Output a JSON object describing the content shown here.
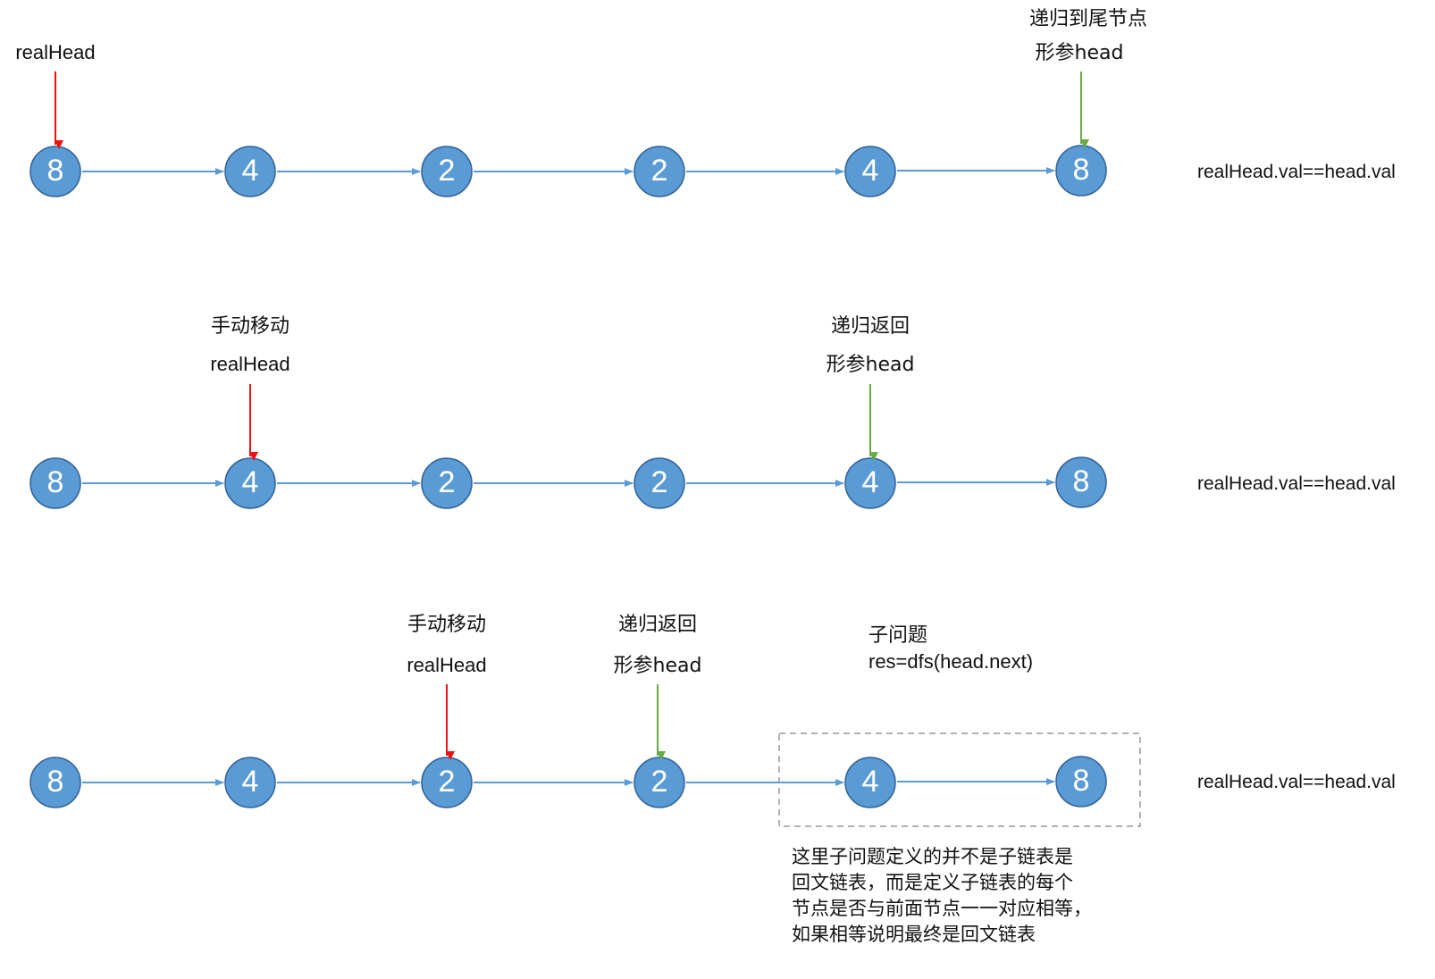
{
  "colors": {
    "node_fill": "#5b9bd5",
    "node_stroke": "#2f6196",
    "node_text": "#ffffff",
    "link": "#5b9bd5",
    "real_head_pointer": "#ee1111",
    "head_pointer": "#6aaa44",
    "text": "#111111",
    "dashed_box": "#999999"
  },
  "rows": [
    {
      "nodes": [
        "8",
        "4",
        "2",
        "2",
        "4",
        "8"
      ],
      "condition": "realHead.val==head.val",
      "pointers": [
        {
          "kind": "real_head",
          "node": 0,
          "labels": [
            "realHead"
          ]
        },
        {
          "kind": "head",
          "node": 5,
          "labels": [
            "递归到尾节点",
            "形参head"
          ]
        }
      ]
    },
    {
      "nodes": [
        "8",
        "4",
        "2",
        "2",
        "4",
        "8"
      ],
      "condition": "realHead.val==head.val",
      "pointers": [
        {
          "kind": "real_head",
          "node": 1,
          "labels": [
            "手动移动",
            "realHead"
          ]
        },
        {
          "kind": "head",
          "node": 4,
          "labels": [
            "递归返回",
            "形参head"
          ]
        }
      ]
    },
    {
      "nodes": [
        "8",
        "4",
        "2",
        "2",
        "4",
        "8"
      ],
      "condition": "realHead.val==head.val",
      "pointers": [
        {
          "kind": "real_head",
          "node": 2,
          "labels": [
            "手动移动",
            "realHead"
          ]
        },
        {
          "kind": "head",
          "node": 3,
          "labels": [
            "递归返回",
            "形参head"
          ]
        }
      ],
      "subproblem": {
        "labels": [
          "子问题",
          "res=dfs(head.next)"
        ],
        "note": [
          "这里子问题定义的并不是子链表是",
          "回文链表，而是定义子链表的每个",
          "节点是否与前面节点一一对应相等，",
          "如果相等说明最终是回文链表"
        ]
      }
    }
  ]
}
